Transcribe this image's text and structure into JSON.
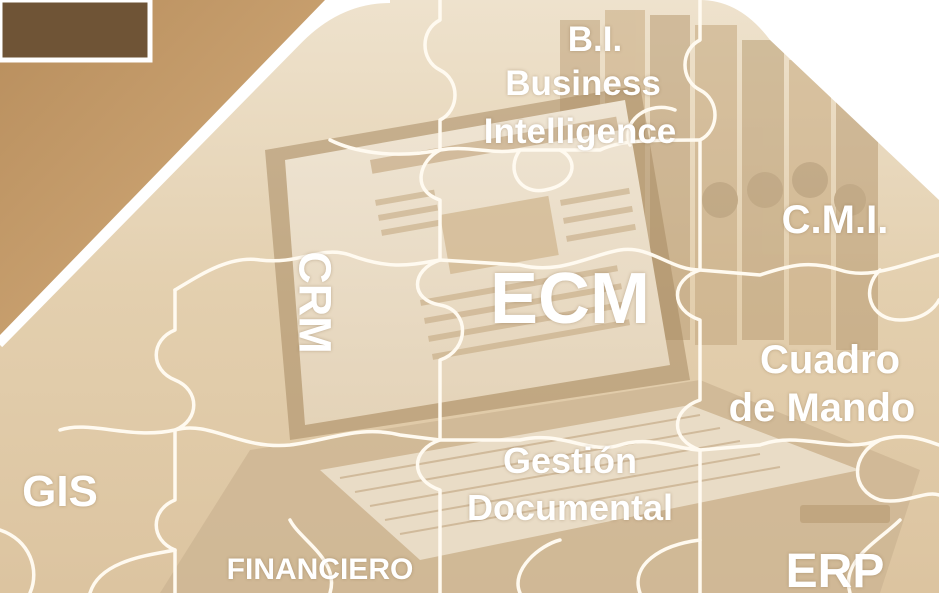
{
  "labels": {
    "bi_short": "B.I.",
    "bi_line1": "Business",
    "bi_line2": "Intelligence",
    "cmi": "C.M.I.",
    "crm": "CRM",
    "ecm": "ECM",
    "cuadro_line1": "Cuadro",
    "cuadro_line2": "de Mando",
    "gestion_line1": "Gestión",
    "gestion_line2": "Documental",
    "gis": "GIS",
    "financiero": "FINANCIERO",
    "erp": "ERP"
  },
  "colors": {
    "puzzle_line": "#fffaf0",
    "brown_panel": "#c0996a",
    "dark_box": "#7a5c3c",
    "photo_tint": "#e7d4b6",
    "text": "#ffffff"
  }
}
